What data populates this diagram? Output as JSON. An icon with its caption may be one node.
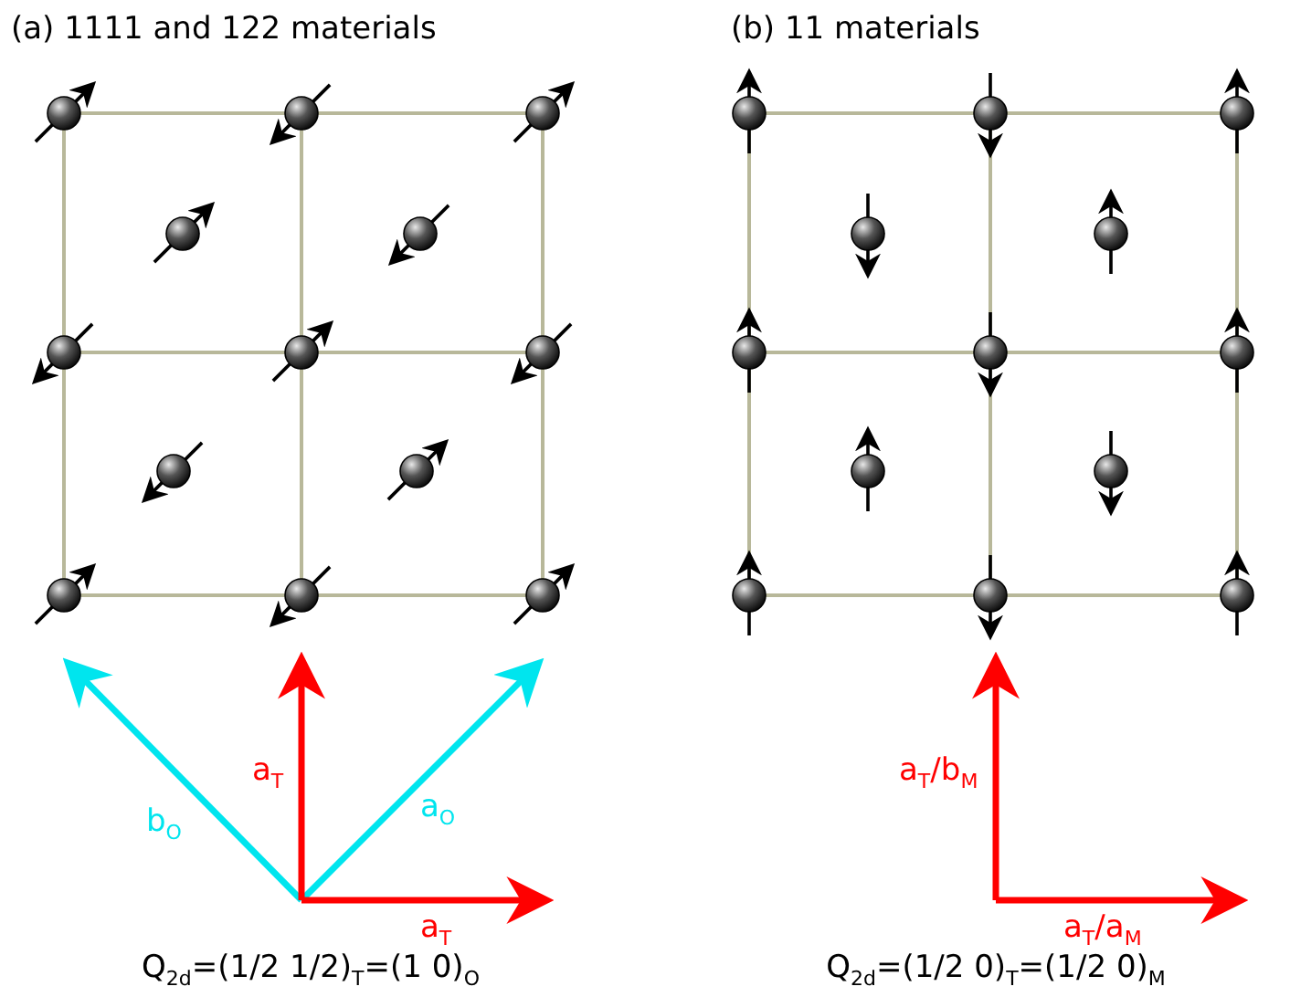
{
  "diagram": {
    "labels": [
      "(a) 1111 and 122 materials",
      "(b) 11 materials",
      "a$_{T}$",
      "b$_{O}$",
      "a$_{O}$",
      "a$_{T}$",
      "Q$_{2d}$=(1/2 1/2)$_{T}$=(1 0)$_{O}$",
      "a$_{T}$/b$_{M}$",
      "a$_{T}$/a$_{M}$",
      "Q$_{2d}$=(1/2 0)$_{T}$=(1/2 0)$_{M}$"
    ]
  }
}
